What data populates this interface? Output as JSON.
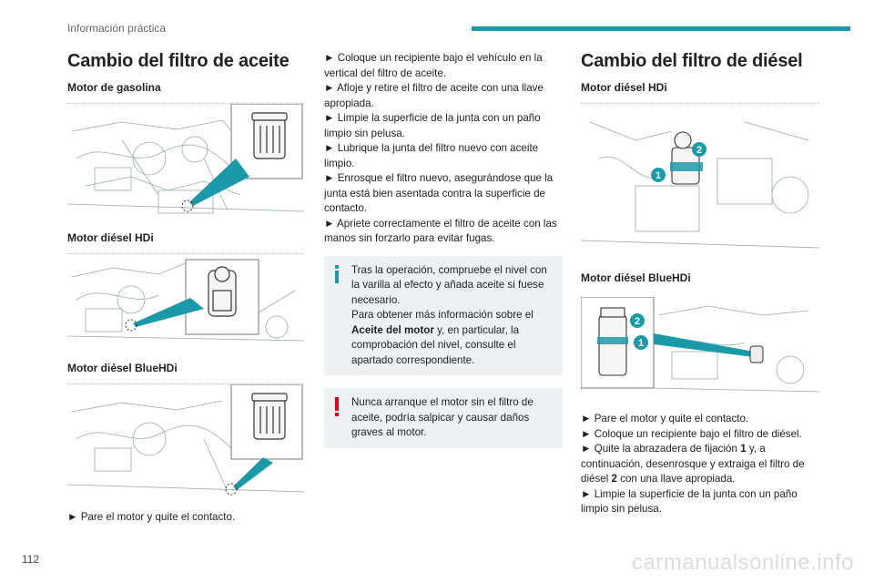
{
  "header": {
    "section": "Información práctica",
    "accent_color": "#1a9aa8"
  },
  "col1": {
    "title": "Cambio del filtro de aceite",
    "sub_gasolina": "Motor de gasolina",
    "sub_hdi": "Motor diésel HDi",
    "sub_bluehdi": "Motor diésel BlueHDi",
    "step1": "► Pare el motor y quite el contacto."
  },
  "col2": {
    "steps": [
      "► Coloque un recipiente bajo el vehículo en la vertical del filtro de aceite.",
      "► Afloje y retire el filtro de aceite con una llave apropiada.",
      "► Limpie la superficie de la junta con un paño limpio sin pelusa.",
      "► Lubrique la junta del filtro nuevo con aceite limpio.",
      "► Enrosque el filtro nuevo, asegurándose que la junta está bien asentada contra la superficie de contacto.",
      "► Apriete correctamente el filtro de aceite con las manos sin forzarlo para evitar fugas."
    ],
    "info_text_1": "Tras la operación, compruebe el nivel con la varilla al efecto y añada aceite si fuese necesario.",
    "info_text_2a": "Para obtener más información sobre el ",
    "info_text_2b": "Aceite del motor",
    "info_text_2c": " y, en particular, la comprobación del nivel, consulte el apartado correspondiente.",
    "warning_text": "Nunca arranque el motor sin el filtro de aceite, podría salpicar y causar daños graves al motor.",
    "info_color": "#1a9aa8",
    "warning_color": "#e3001b"
  },
  "col3": {
    "title": "Cambio del filtro de diésel",
    "sub_hdi": "Motor diésel HDi",
    "sub_bluehdi": "Motor diésel BlueHDi",
    "callout_1": "1",
    "callout_2": "2",
    "step1": "► Pare el motor y quite el contacto.",
    "step2": "► Coloque un recipiente bajo el filtro de diésel.",
    "step3a": "► Quite la abrazadera de fijación ",
    "step3b": "1",
    "step3c": " y, a continuación, desenrosque y extraiga el filtro de diésel ",
    "step3d": "2",
    "step3e": " con una llave apropiada.",
    "step4": "► Limpie la superficie de la junta con un paño limpio sin pelusa."
  },
  "footer": {
    "page_number": "112",
    "watermark": "carmanualsonline.info"
  }
}
